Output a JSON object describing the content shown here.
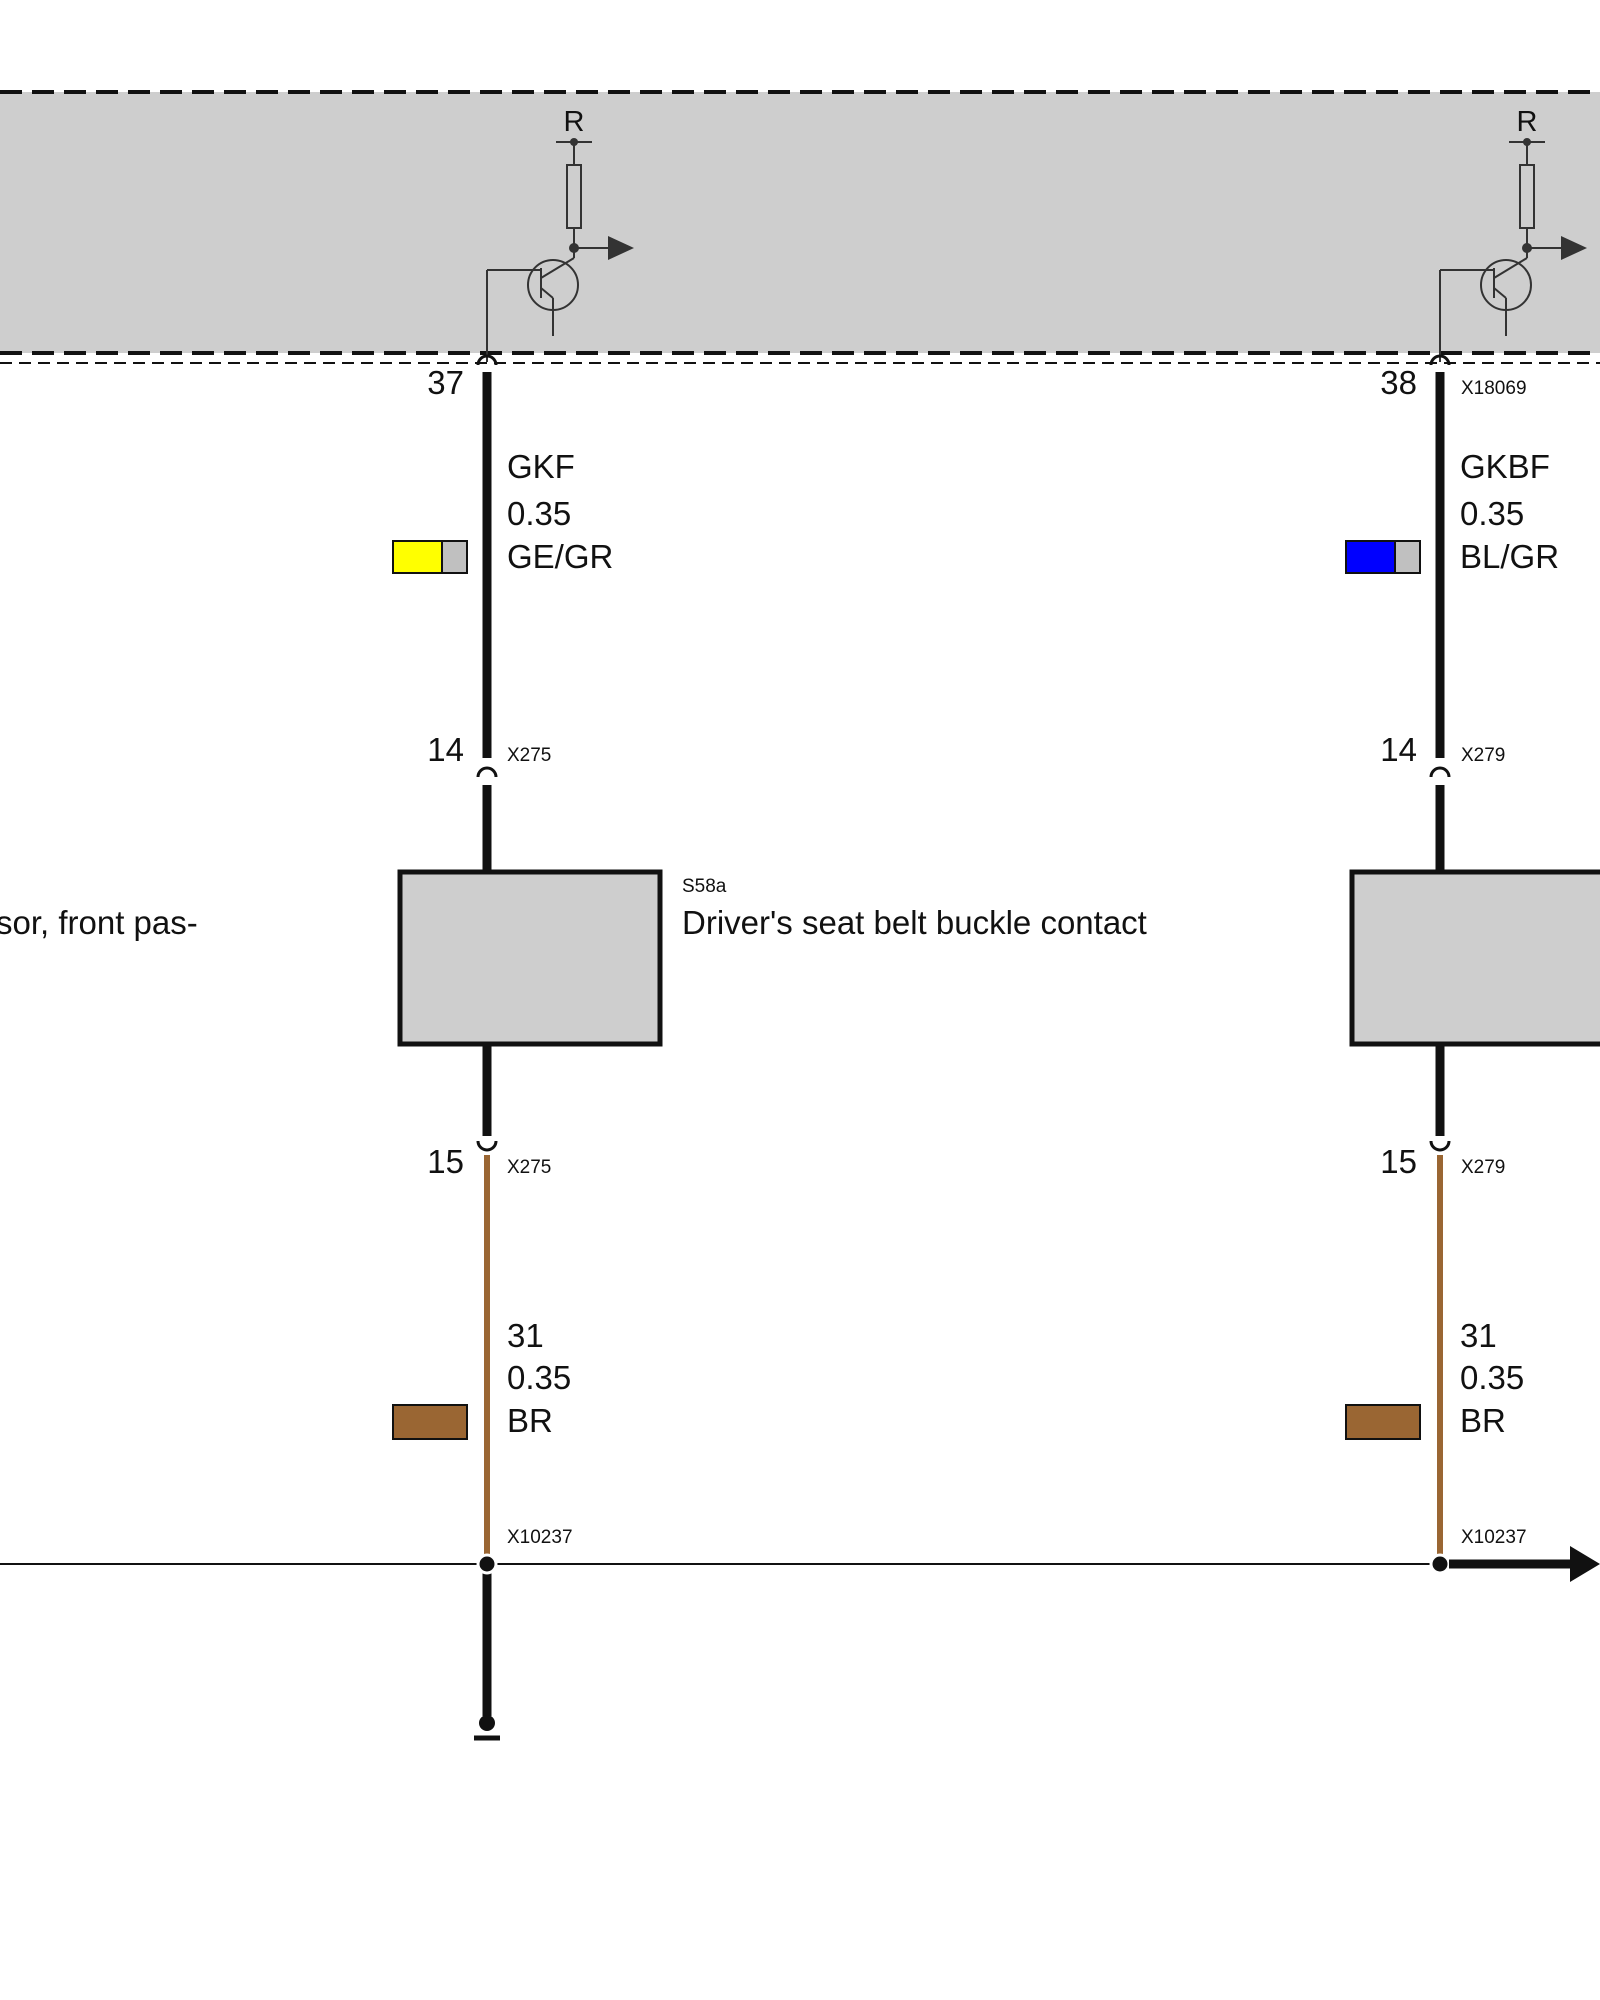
{
  "control_unit": {
    "fill": "#cecece",
    "pull_up_labels": [
      "R",
      "R"
    ]
  },
  "pins": {
    "left_top": "37",
    "right_top": "38",
    "right_top_connector": "X18069",
    "left_mid": "14",
    "left_mid_connector": "X275",
    "right_mid": "14",
    "right_mid_connector": "X279",
    "left_low": "15",
    "left_low_connector": "X275",
    "right_low": "15",
    "right_low_connector": "X279"
  },
  "wires": {
    "left_signal": {
      "name": "GKF",
      "size": "0.35",
      "color_code": "GE/GR",
      "colors": [
        "#ffff00",
        "#c0c0c0"
      ]
    },
    "right_signal": {
      "name": "GKBF",
      "size": "0.35",
      "color_code": "BL/GR",
      "colors": [
        "#0000ff",
        "#c0c0c0"
      ]
    },
    "left_ground": {
      "name": "31",
      "size": "0.35",
      "color_code": "BR",
      "colors": [
        "#9a6633"
      ]
    },
    "right_ground": {
      "name": "31",
      "size": "0.35",
      "color_code": "BR",
      "colors": [
        "#9a6633"
      ]
    }
  },
  "components": {
    "left_id": "S58a",
    "left_name": "Driver's seat belt buckle contact",
    "partial_text": "sor, front pas-"
  },
  "splices": {
    "left": "X10237",
    "right": "X10237"
  },
  "colors": {
    "wire_black": "#111111",
    "wire_brown": "#9a6633",
    "component_fill": "#cecece"
  }
}
